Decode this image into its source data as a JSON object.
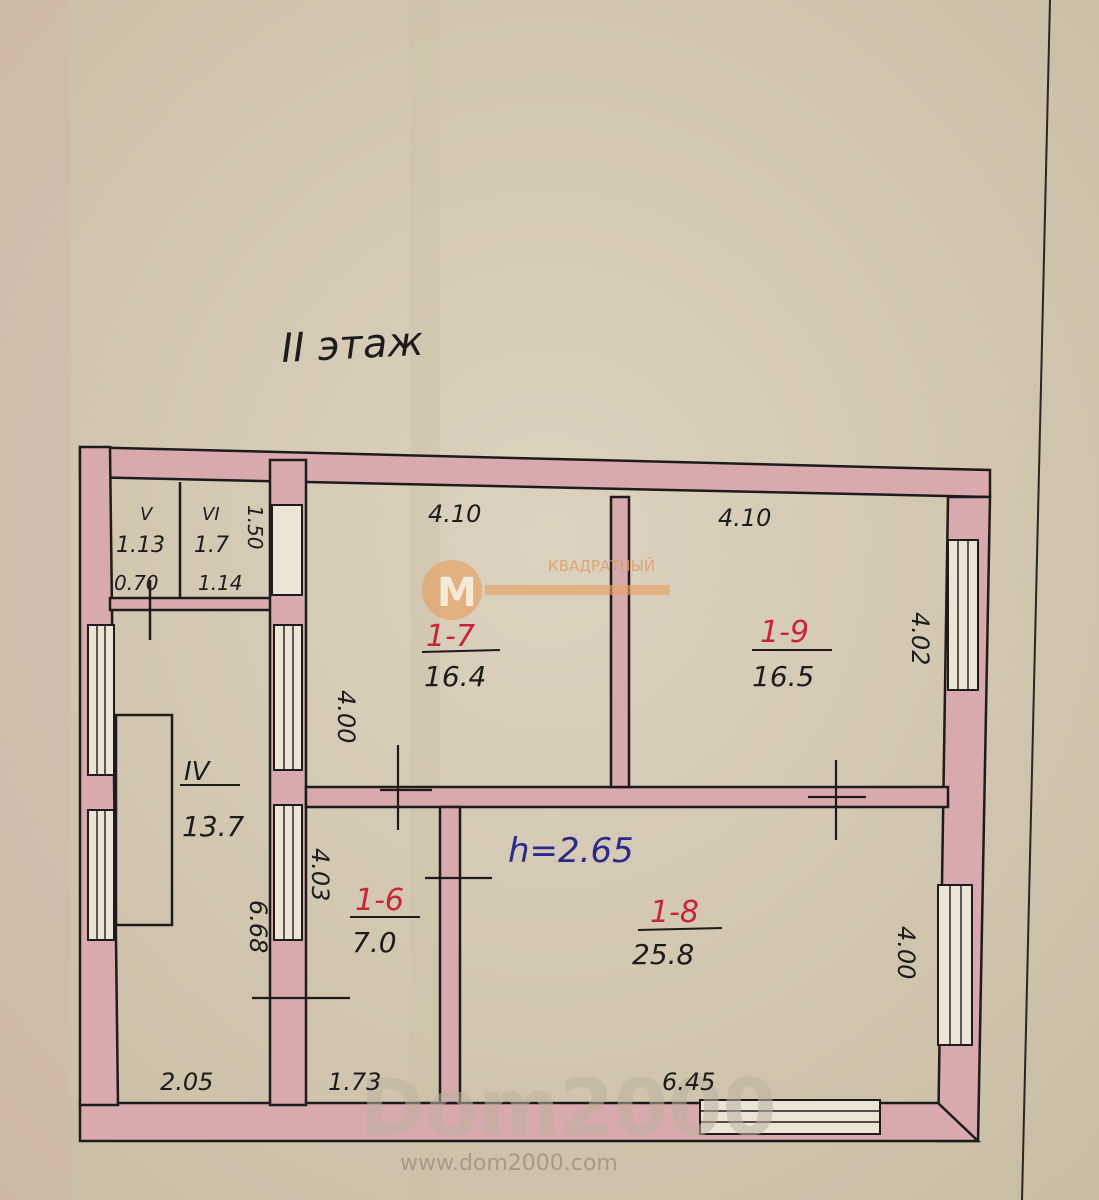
{
  "plan": {
    "floor_title": "II этаж",
    "height_note": "h=2.65",
    "rooms": [
      {
        "id": "1-7",
        "area": "16.4"
      },
      {
        "id": "1-9",
        "area": "16.5"
      },
      {
        "id": "1-6",
        "area": "7.0"
      },
      {
        "id": "1-8",
        "area": "25.8"
      },
      {
        "id": "IV",
        "area": "13.7"
      },
      {
        "id": "V",
        "area": "1.13"
      },
      {
        "id": "VI",
        "area": "1.7"
      }
    ],
    "dimensions": {
      "room17_width": "4.10",
      "room19_width": "4.10",
      "room17_height": "4.00",
      "room19_height": "4.02",
      "room16_height": "4.03",
      "room18_height": "4.00",
      "corridor_height": "6.68",
      "corridor_width": "2.05",
      "room16_width": "1.73",
      "room18_width": "6.45",
      "closet_height": "1.50",
      "closet_v_width": "0.70",
      "closet_vi_width": "1.14"
    }
  },
  "watermark": {
    "brand_small": "КВАДРАТНЫЙ",
    "logo_letter": "M",
    "brand_main": "Dom2000",
    "site": "www.dom2000.com"
  },
  "colors": {
    "paper": "#d6cbb6",
    "wall": "#d8a9ad",
    "ink": "#1e1c1a",
    "red_ink": "#c8243a",
    "blue_ink": "#2b2a8a"
  }
}
